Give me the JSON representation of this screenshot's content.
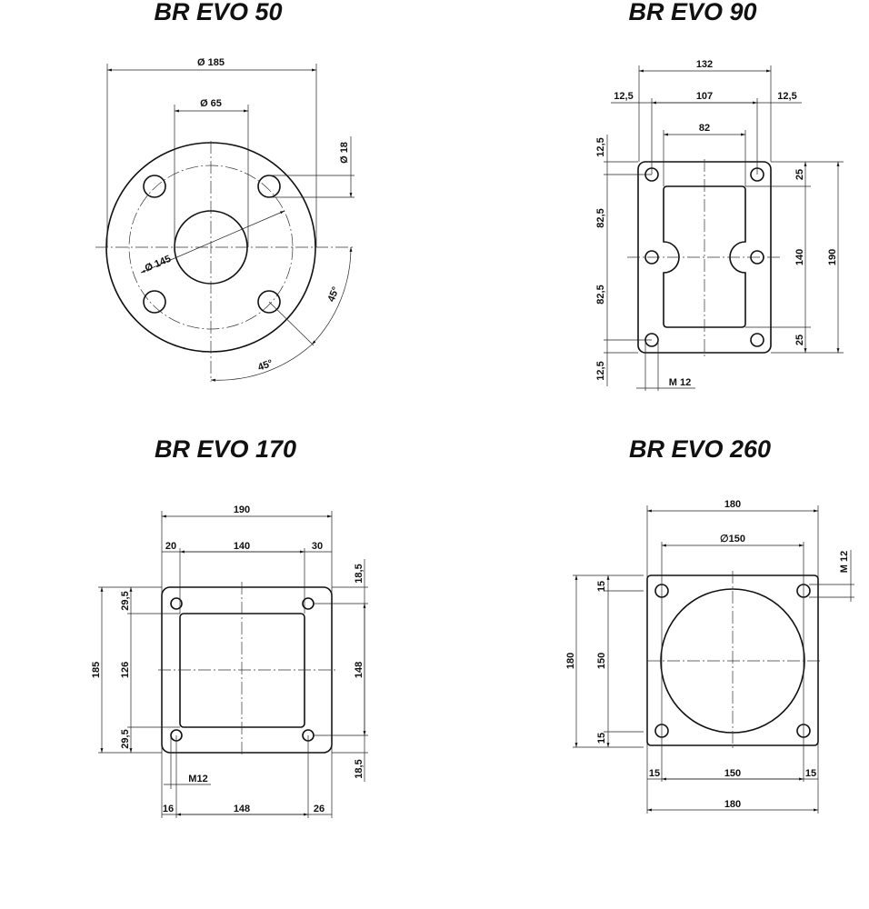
{
  "drawings": [
    {
      "title": "BR EVO 50",
      "dims": {
        "outer": "Ø 185",
        "bore": "Ø 65",
        "hole": "Ø 18",
        "bolt_circle": "Ø 145",
        "angle_a": "45°",
        "angle_b": "45°"
      }
    },
    {
      "title": "BR EVO 90",
      "dims": {
        "width": "132",
        "hole_span": "107",
        "edge_left": "12,5",
        "edge_right": "12,5",
        "window": "82",
        "top_edge": "12,5",
        "upper": "82,5",
        "lower": "82,5",
        "bottom_edge": "12,5",
        "r_top": "25",
        "r_mid": "140",
        "r_bottom": "25",
        "height": "190",
        "thread": "M 12"
      }
    },
    {
      "title": "BR EVO 170",
      "dims": {
        "width": "190",
        "left": "20",
        "window": "140",
        "right": "30",
        "height": "185",
        "win_h": "126",
        "top": "29,5",
        "bottom": "29,5",
        "r_top": "18,5",
        "r_mid": "148",
        "r_bottom": "18,5",
        "thread": "M12",
        "b_left": "16",
        "b_mid": "148",
        "b_right": "26"
      }
    },
    {
      "title": "BR EVO 260",
      "dims": {
        "width_top": "180",
        "circle": "∅150",
        "thread": "M 12",
        "height": "180",
        "l_top": "15",
        "l_mid": "150",
        "l_bottom": "15",
        "b_left": "15",
        "b_mid": "150",
        "b_right": "15",
        "width_bottom": "180"
      }
    }
  ]
}
